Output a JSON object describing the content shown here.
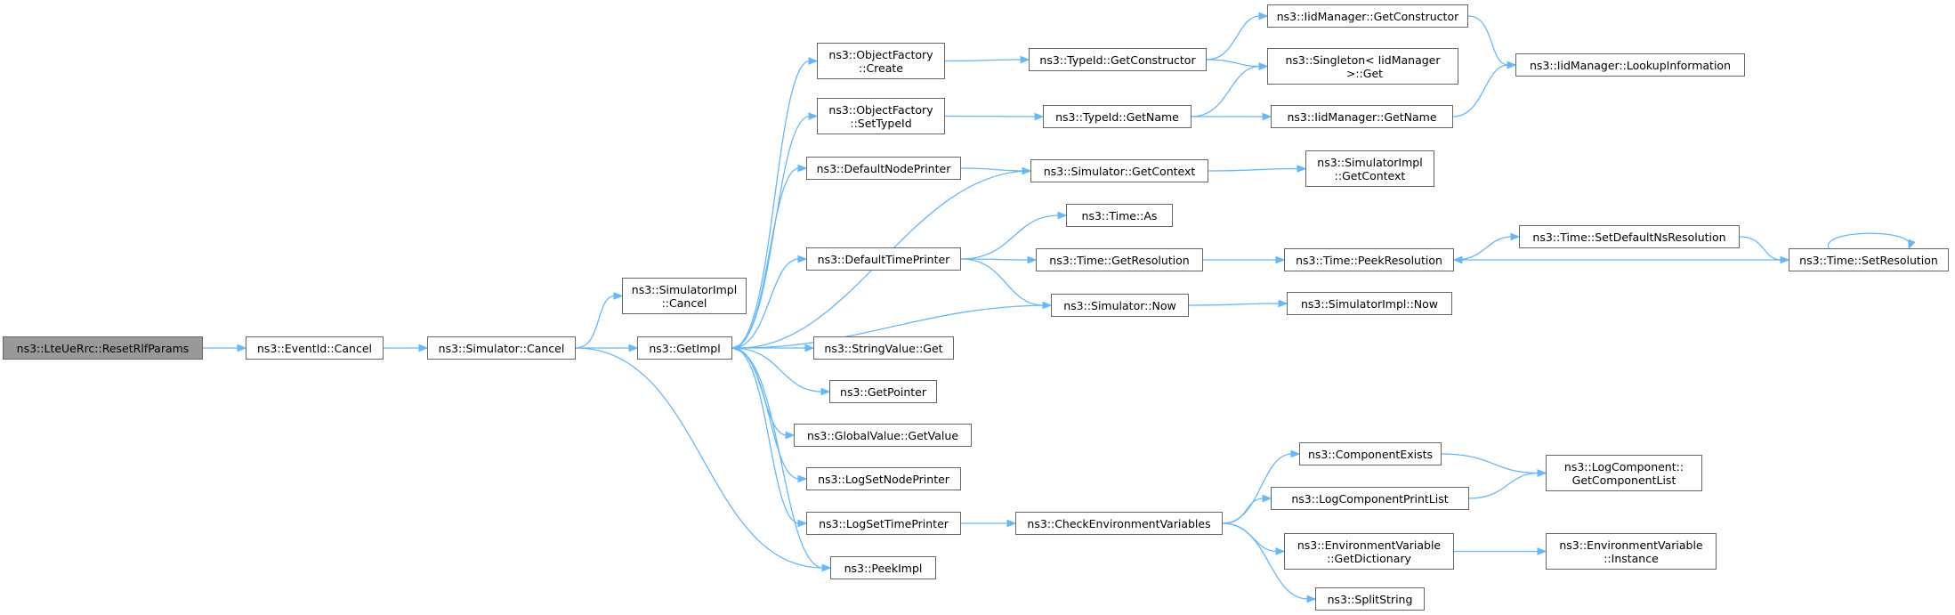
{
  "graph": {
    "edge_color": "#63b8ff",
    "root_fill": "#999999",
    "node_border": "#666666",
    "nodes": [
      {
        "id": "root",
        "label": "ns3::LteUeRrc::ResetRlfParams"
      },
      {
        "id": "eventid_cancel",
        "label": "ns3::EventId::Cancel"
      },
      {
        "id": "sim_cancel",
        "label": "ns3::Simulator::Cancel"
      },
      {
        "id": "simimpl_cancel",
        "label": "ns3::SimulatorImpl\n::Cancel"
      },
      {
        "id": "getimpl",
        "label": "ns3::GetImpl"
      },
      {
        "id": "of_create",
        "label": "ns3::ObjectFactory\n::Create"
      },
      {
        "id": "of_settypeid",
        "label": "ns3::ObjectFactory\n::SetTypeId"
      },
      {
        "id": "defnodeprinter",
        "label": "ns3::DefaultNodePrinter"
      },
      {
        "id": "deftimeprinter",
        "label": "ns3::DefaultTimePrinter"
      },
      {
        "id": "stringvalue_get",
        "label": "ns3::StringValue::Get"
      },
      {
        "id": "getpointer",
        "label": "ns3::GetPointer"
      },
      {
        "id": "globalvalue_getvalue",
        "label": "ns3::GlobalValue::GetValue"
      },
      {
        "id": "logsetnodeprinter",
        "label": "ns3::LogSetNodePrinter"
      },
      {
        "id": "logsettimeprinter",
        "label": "ns3::LogSetTimePrinter"
      },
      {
        "id": "peekimpl",
        "label": "ns3::PeekImpl"
      },
      {
        "id": "typeid_getconstructor",
        "label": "ns3::TypeId::GetConstructor"
      },
      {
        "id": "typeid_getname",
        "label": "ns3::TypeId::GetName"
      },
      {
        "id": "sim_getcontext",
        "label": "ns3::Simulator::GetContext"
      },
      {
        "id": "time_as",
        "label": "ns3::Time::As"
      },
      {
        "id": "time_getresolution",
        "label": "ns3::Time::GetResolution"
      },
      {
        "id": "sim_now",
        "label": "ns3::Simulator::Now"
      },
      {
        "id": "checkenv",
        "label": "ns3::CheckEnvironmentVariables"
      },
      {
        "id": "iid_getconstructor",
        "label": "ns3::IidManager::GetConstructor"
      },
      {
        "id": "singleton_get",
        "label": "ns3::Singleton< IidManager\n >::Get"
      },
      {
        "id": "iid_getname",
        "label": "ns3::IidManager::GetName"
      },
      {
        "id": "simimpl_getcontext",
        "label": "ns3::SimulatorImpl\n::GetContext"
      },
      {
        "id": "time_peekresolution",
        "label": "ns3::Time::PeekResolution"
      },
      {
        "id": "simimpl_now",
        "label": "ns3::SimulatorImpl::Now"
      },
      {
        "id": "componentexists",
        "label": "ns3::ComponentExists"
      },
      {
        "id": "logcomponentprintlist",
        "label": "ns3::LogComponentPrintList"
      },
      {
        "id": "envvar_getdictionary",
        "label": "ns3::EnvironmentVariable\n::GetDictionary"
      },
      {
        "id": "splitstring",
        "label": "ns3::SplitString"
      },
      {
        "id": "iid_lookupinformation",
        "label": "ns3::IidManager::LookupInformation"
      },
      {
        "id": "time_setdefaultnsresolution",
        "label": "ns3::Time::SetDefaultNsResolution"
      },
      {
        "id": "time_setresolution",
        "label": "ns3::Time::SetResolution"
      },
      {
        "id": "logcomponent_getcomponentlist",
        "label": "ns3::LogComponent::\nGetComponentList"
      },
      {
        "id": "envvar_instance",
        "label": "ns3::EnvironmentVariable\n::Instance"
      }
    ],
    "edges": [
      [
        "root",
        "eventid_cancel"
      ],
      [
        "eventid_cancel",
        "sim_cancel"
      ],
      [
        "sim_cancel",
        "simimpl_cancel"
      ],
      [
        "sim_cancel",
        "getimpl"
      ],
      [
        "sim_cancel",
        "peekimpl"
      ],
      [
        "getimpl",
        "of_create"
      ],
      [
        "getimpl",
        "of_settypeid"
      ],
      [
        "getimpl",
        "defnodeprinter"
      ],
      [
        "getimpl",
        "deftimeprinter"
      ],
      [
        "getimpl",
        "stringvalue_get"
      ],
      [
        "getimpl",
        "getpointer"
      ],
      [
        "getimpl",
        "globalvalue_getvalue"
      ],
      [
        "getimpl",
        "logsetnodeprinter"
      ],
      [
        "getimpl",
        "logsettimeprinter"
      ],
      [
        "getimpl",
        "peekimpl"
      ],
      [
        "of_create",
        "typeid_getconstructor"
      ],
      [
        "of_settypeid",
        "typeid_getname"
      ],
      [
        "defnodeprinter",
        "sim_getcontext"
      ],
      [
        "sim_getcontext",
        "getimpl"
      ],
      [
        "deftimeprinter",
        "time_as"
      ],
      [
        "deftimeprinter",
        "time_getresolution"
      ],
      [
        "deftimeprinter",
        "sim_now"
      ],
      [
        "sim_now",
        "getimpl"
      ],
      [
        "logsettimeprinter",
        "checkenv"
      ],
      [
        "typeid_getconstructor",
        "iid_getconstructor"
      ],
      [
        "typeid_getconstructor",
        "singleton_get"
      ],
      [
        "typeid_getname",
        "singleton_get"
      ],
      [
        "typeid_getname",
        "iid_getname"
      ],
      [
        "sim_getcontext",
        "simimpl_getcontext"
      ],
      [
        "time_getresolution",
        "time_peekresolution"
      ],
      [
        "sim_now",
        "simimpl_now"
      ],
      [
        "checkenv",
        "componentexists"
      ],
      [
        "checkenv",
        "logcomponentprintlist"
      ],
      [
        "checkenv",
        "envvar_getdictionary"
      ],
      [
        "checkenv",
        "splitstring"
      ],
      [
        "iid_getconstructor",
        "iid_lookupinformation"
      ],
      [
        "iid_getname",
        "iid_lookupinformation"
      ],
      [
        "time_peekresolution",
        "time_setdefaultnsresolution"
      ],
      [
        "time_setdefaultnsresolution",
        "time_setresolution"
      ],
      [
        "time_setresolution",
        "time_peekresolution"
      ],
      [
        "time_setresolution",
        "time_setresolution"
      ],
      [
        "componentexists",
        "logcomponent_getcomponentlist"
      ],
      [
        "logcomponentprintlist",
        "logcomponent_getcomponentlist"
      ],
      [
        "envvar_getdictionary",
        "envvar_instance"
      ]
    ]
  }
}
